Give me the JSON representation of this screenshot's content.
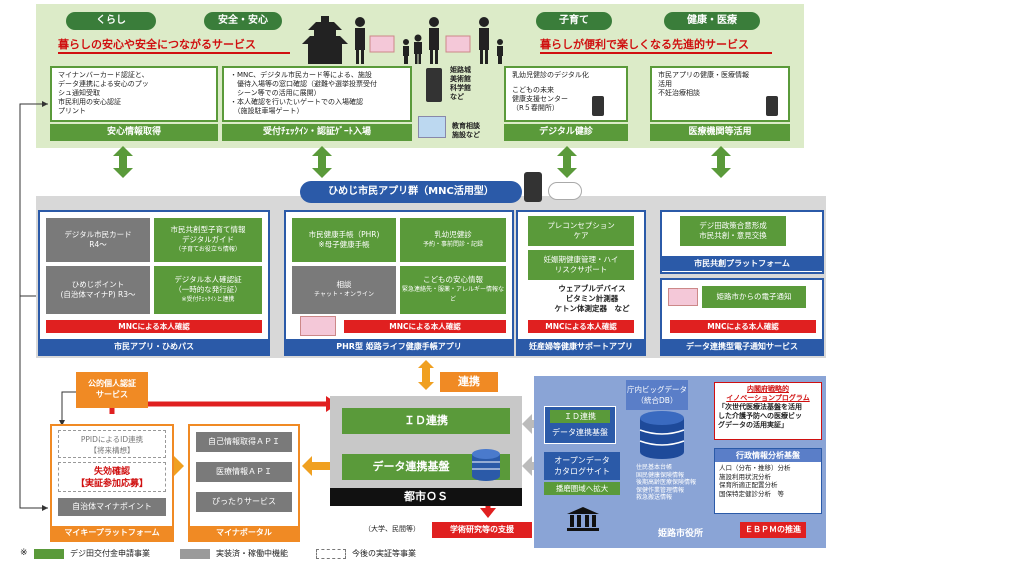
{
  "top": {
    "pills": [
      "くらし",
      "安全・安心",
      "子育て",
      "健康・医療"
    ],
    "left_headline": "暮らしの安心や安全につながるサービス",
    "right_headline": "暮らしが便利で楽しくなる先進的サービス",
    "box1": {
      "lines": [
        "マイナンバーカード認証と、",
        "データ連携による安心のプッ",
        "シュ通知受取",
        "市民利用の安心認証",
        "プリント"
      ],
      "bar": "安心情報取得"
    },
    "box2": {
      "lines": [
        "・MNC、デジタル市民カード等による、施設",
        "　優待入場等の窓口確認（避難や選挙投票受付",
        "　シーン等での活用に展開）",
        "・本人確認を行いたいゲートでの入場確認",
        "　（施設駐車場ゲート）"
      ],
      "bar": "受付ﾁｪｯｸｲﾝ・認証ｹﾞｰﾄ入場"
    },
    "side_label1": [
      "姫路城",
      "美術館",
      "科学館",
      "など"
    ],
    "side_label2": [
      "教育相談",
      "施設など"
    ],
    "box3": {
      "lines": [
        "乳幼児健診のデジタル化",
        "こどもの未来",
        "健康支援センター",
        "（R５春開所）"
      ],
      "bar": "デジタル健診"
    },
    "box4": {
      "lines": [
        "市民アプリの健康・医療情報",
        "活用",
        "不妊治療相談"
      ],
      "bar": "医療機関等活用"
    }
  },
  "app_header": "ひめじ市民アプリ群（MNC活用型）",
  "panels": {
    "p1": {
      "c1": [
        "デジタル市民カード",
        "R4～"
      ],
      "c2": [
        "市民共創型子育て情報",
        "デジタルガイド",
        "（子育てお役立ち情報）"
      ],
      "c3": [
        "ひめじポイント",
        "(自治体マイナP) R3～"
      ],
      "c4": [
        "デジタル本人確認証",
        "（一時的な発行証）",
        "※受付ﾁｪｯｸｲﾝと連携"
      ],
      "red": "MNCによる本人確認",
      "bar": "市民アプリ・ひめパス"
    },
    "p2": {
      "c1": [
        "市民健康手帳（PHR)",
        "※母子健康手帳"
      ],
      "c2": [
        "乳幼児健診",
        "予約・事前問診・記録"
      ],
      "c3": [
        "相談",
        "チャット・オンライン"
      ],
      "c4": [
        "こどもの安心情報",
        "緊急連絡先・服薬・アレルギー情報など"
      ],
      "red": "MNCによる本人確認",
      "bar": "PHR型 姫路ライフ健康手帳アプリ"
    },
    "p3": {
      "c1": [
        "プレコンセプション",
        "ケア"
      ],
      "c2": [
        "妊娠期健康管理・ハイ",
        "リスクサポート"
      ],
      "text": [
        "ウェアブルデバイス",
        "ビタミン計測器",
        "ケトン体測定器　など"
      ],
      "red": "MNCによる本人確認",
      "bar": "妊産婦等健康サポートアプリ"
    },
    "p4": {
      "c1": [
        "デジ田政策合意形成",
        "市民共創・意見交換"
      ],
      "bar1": "市民共創プラットフォーム",
      "c2": [
        "姫路市からの電子通知"
      ],
      "red": "MNCによる本人確認",
      "bar2": "データ連携型電子通知サービス"
    }
  },
  "bottom": {
    "public_auth": [
      "公的個人認証",
      "サービス"
    ],
    "ppid": [
      "PPIDによるID連携",
      "【将来構想】"
    ],
    "shikkou": [
      "失効確認",
      "【実証参加応募】"
    ],
    "jichitai_point": "自治体マイナポイント",
    "mykey_bar": "マイキープラットフォーム",
    "portal_items": [
      "自己情報取得ＡＰＩ",
      "医療情報ＡＰＩ",
      "ぴったりサービス"
    ],
    "portal_bar": "マイナポータル",
    "renkei": "連携",
    "id_renkei": "ＩＤ連携",
    "data_kiban": "データ連携基盤",
    "toshi_os": "都市ＯＳ",
    "univ": "（大学、民間等）",
    "academic": "学術研究等の支援",
    "city": {
      "bigdata": [
        "庁内ビッグデータ",
        "（統合DB）"
      ],
      "id_renkei": "ＩＤ連携",
      "data_kiban": "データ連携基盤",
      "open": [
        "オープンデータ",
        "カタログサイト"
      ],
      "expand": "播磨圏域へ拡大",
      "db_list": [
        "住民基本台帳",
        "国民健康保険情報",
        "後期高齢医療保険情報",
        "保健作業管理情報",
        "救急搬送情報"
      ],
      "cabinet": [
        "内閣府戦略的",
        "イノベーションプログラム"
      ],
      "cabinet_body": [
        "「次世代医療法基盤を活用",
        "した介護予防への医療ビッ",
        "グデータの活用実証」"
      ],
      "analysis_title": "行政情報分析基盤",
      "analysis_items": [
        "人口（分布・推移）分析",
        "施設利用状況分析",
        "保育所適正配置分析",
        "国保特定健診分析　等"
      ],
      "office": "姫路市役所",
      "ebpm": "ＥＢＰＭの推進"
    }
  },
  "legend": {
    "mark": "※",
    "items": [
      "デジ田交付金申請事業",
      "実装済・稼働中機能",
      "今後の実証等事業"
    ],
    "colors": [
      "#5a9a3a",
      "#9a9a9a",
      "#ffffff"
    ]
  }
}
